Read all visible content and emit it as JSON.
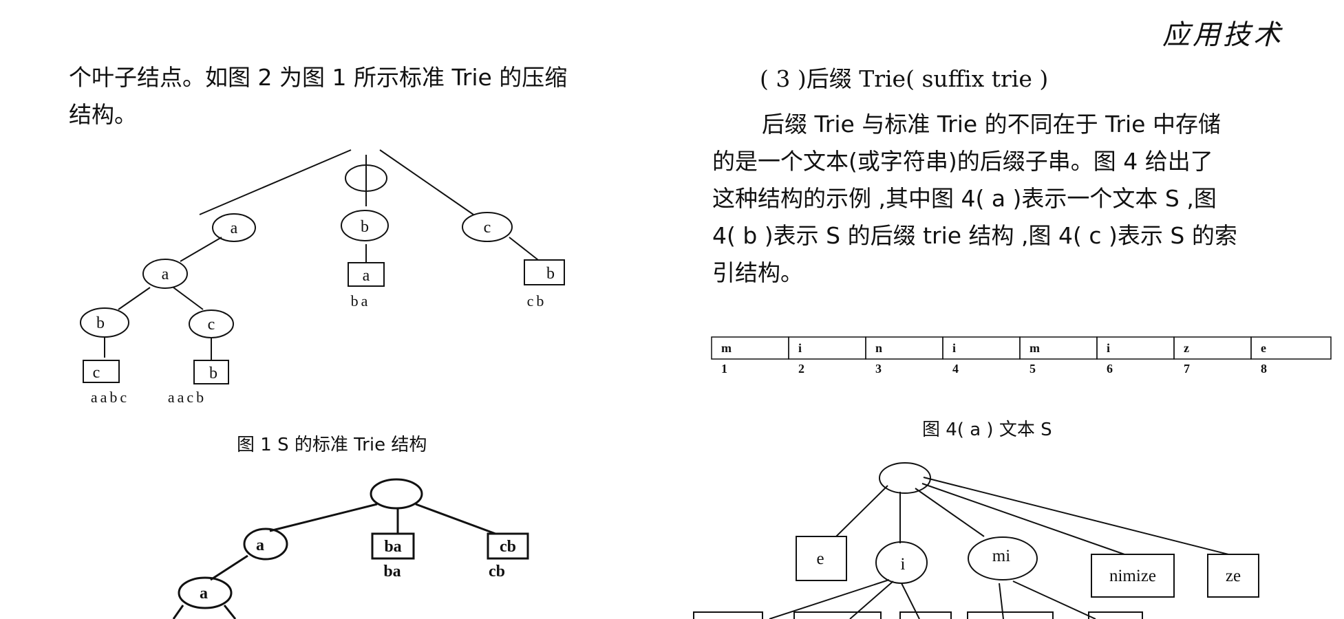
{
  "header": "应用技术",
  "left": {
    "intro_lines": [
      "个叶子结点。如图 2 为图 1 所示标准 Trie 的压缩",
      "结构。"
    ],
    "fig1_caption": "图 1  S 的标准 Trie 结构",
    "fig1": {
      "nodes": [
        "a",
        "b",
        "c",
        "a",
        "b",
        "c"
      ],
      "boxes": [
        "a",
        "b",
        "c",
        "b"
      ],
      "words": [
        "ba",
        "cb",
        "aabc",
        "aacb"
      ]
    },
    "fig2": {
      "nodes": [
        "a",
        "a"
      ],
      "boxes": [
        "ba",
        "cb"
      ],
      "words": [
        "ba",
        "cb"
      ]
    }
  },
  "right": {
    "section_title": "( 3 )后缀 Trie( suffix trie )",
    "body_lines": [
      "后缀 Trie 与标准 Trie 的不同在于 Trie 中存储",
      "的是一个文本(或字符串)的后缀子串。图 4 给出了",
      "这种结构的示例 ,其中图 4( a )表示一个文本 S ,图",
      "4( b )表示 S 的后缀 trie 结构 ,图 4( c )表示 S 的索",
      "引结构。"
    ],
    "fig4a_caption": "图 4( a )  文本 S",
    "text_s": {
      "chars": [
        "m",
        "i",
        "n",
        "i",
        "m",
        "i",
        "z",
        "e"
      ],
      "indices": [
        "1",
        "2",
        "3",
        "4",
        "5",
        "6",
        "7",
        "8"
      ]
    },
    "fig4b": {
      "nodes": [
        "i",
        "mi"
      ],
      "boxes": [
        "e",
        "nimize",
        "ze"
      ]
    }
  }
}
